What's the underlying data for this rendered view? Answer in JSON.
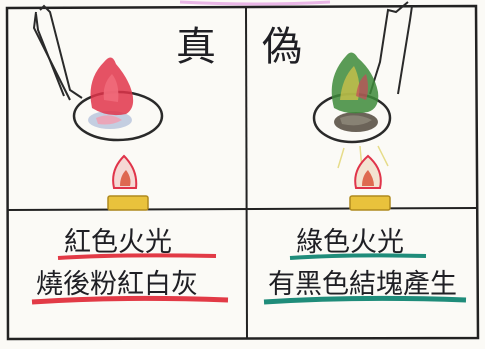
{
  "headings": {
    "real": "真",
    "fake": "偽"
  },
  "captions": {
    "real_line1": "紅色火光",
    "real_line2": "燒後粉紅白灰",
    "fake_line1": "綠色火光",
    "fake_line2": "有黑色結塊產生"
  },
  "colors": {
    "paper": "#fbfaf6",
    "ink": "#1f1f24",
    "real_flame": "#e0344a",
    "fake_flame": "#3d8a3a",
    "real_underline": "#e23a46",
    "fake_underline": "#1f8c7a",
    "burner": "#e9c23c"
  }
}
